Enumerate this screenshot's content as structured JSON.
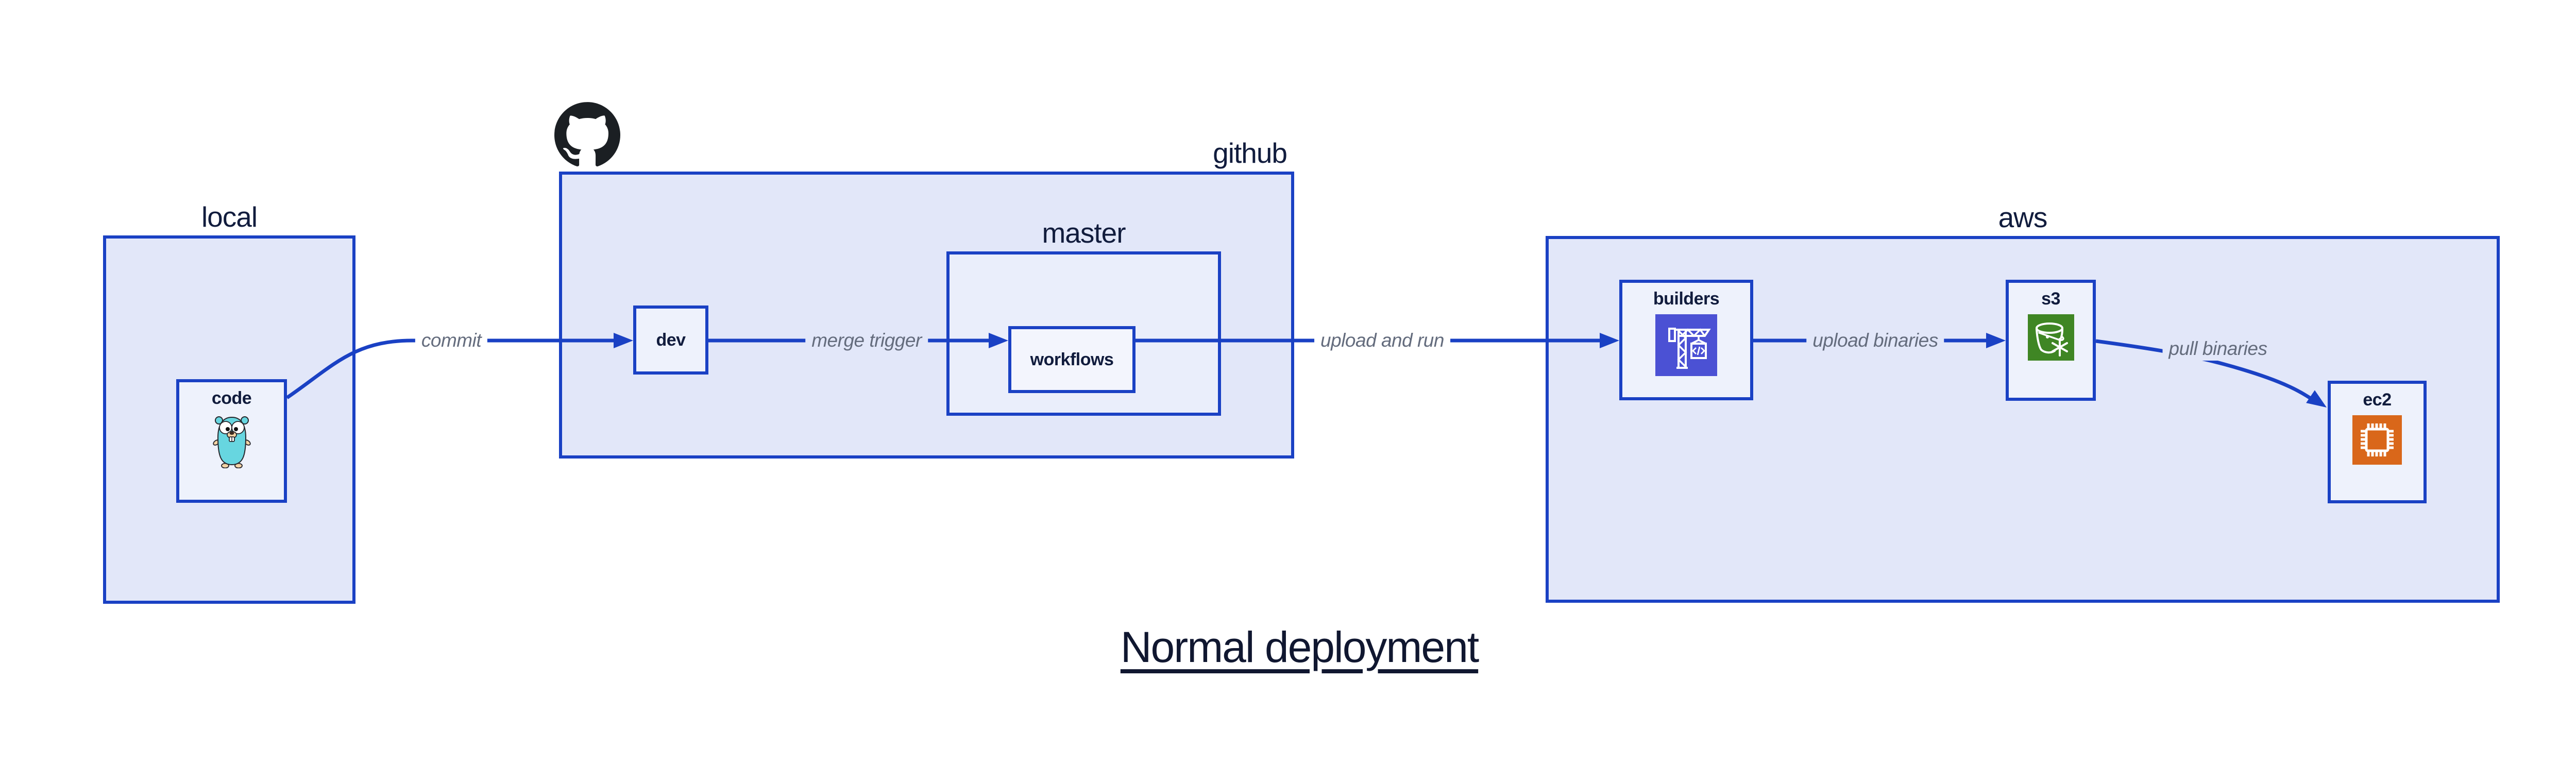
{
  "title": {
    "text": "Normal deployment"
  },
  "groups": {
    "local": {
      "label": "local"
    },
    "github": {
      "label": "github"
    },
    "master": {
      "label": "master"
    },
    "aws": {
      "label": "aws"
    }
  },
  "nodes": {
    "code": {
      "label": "code",
      "icon": "go-gopher-icon"
    },
    "dev": {
      "label": "dev"
    },
    "workflows": {
      "label": "workflows"
    },
    "builders": {
      "label": "builders",
      "icon": "aws-codebuild-icon"
    },
    "s3": {
      "label": "s3",
      "icon": "aws-s3-glacier-icon"
    },
    "ec2": {
      "label": "ec2",
      "icon": "aws-ec2-icon"
    }
  },
  "edges": [
    {
      "label": "commit",
      "from": "code",
      "to": "dev"
    },
    {
      "label": "merge trigger",
      "from": "dev",
      "to": "workflows"
    },
    {
      "label": "upload and run",
      "from": "workflows",
      "to": "builders"
    },
    {
      "label": "upload binaries",
      "from": "builders",
      "to": "s3"
    },
    {
      "label": "pull binaries",
      "from": "s3",
      "to": "ec2"
    }
  ],
  "logos": {
    "github": "github-octocat-icon"
  },
  "colors": {
    "stroke": "#1a41c4",
    "group_fill": "#e2e7f9",
    "nested_group_fill": "#eaeefb",
    "node_fill": "#eef2fc",
    "inner_node_fill": "#f3f5fd",
    "label_text": "#111c3d",
    "edge_label_text": "#646c7d",
    "title_text": "#101730",
    "codebuild_purple": "#4b51d4",
    "s3_green": "#3f8624",
    "ec2_orange": "#d9671a",
    "gopher_teal": "#67d6e0",
    "github_black": "#1b1f23",
    "canvas_bg": "#ffffff"
  }
}
